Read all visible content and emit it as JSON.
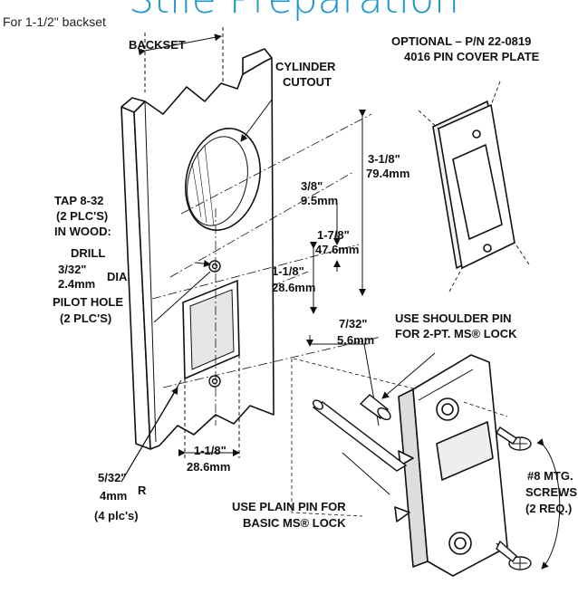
{
  "title": "Stile Preparation",
  "subtitle": "For 1-1/2\" backset",
  "labels": {
    "backset": "BACKSET",
    "cylinder_l1": "CYLINDER",
    "cylinder_l2": "CUTOUT",
    "optional_l1": "OPTIONAL – P/N 22-0819",
    "optional_l2": "4016 PIN COVER PLATE",
    "tap_l1": "TAP 8-32",
    "tap_l2": "(2 PLC'S)",
    "tap_l3": "IN WOOD:",
    "drill": "DRILL",
    "drill_in": "3/32\"",
    "drill_mm": "2.4mm",
    "dia": "DIA.",
    "pilot_l1": "PILOT HOLE",
    "pilot_l2": "(2 PLC'S)",
    "dim_318_in": "3-1/8\"",
    "dim_318_mm": "79.4mm",
    "dim_38_in": "3/8\"",
    "dim_38_mm": "9.5mm",
    "dim_178_in": "1-7/8\"",
    "dim_178_mm": "47.6mm",
    "dim_118a_in": "1-1/8\"",
    "dim_118a_mm": "28.6mm",
    "dim_732_in": "7/32\"",
    "dim_732_mm": "5.6mm",
    "shoulder_l1": "USE SHOULDER PIN",
    "shoulder_l2": "FOR 2-PT. MS® LOCK",
    "dim_118b_in": "1-1/8\"",
    "dim_118b_mm": "28.6mm",
    "radius_in": "5/32\"",
    "radius_mm": "4mm",
    "radius_r": "R",
    "radius_plc": "(4 plc's)",
    "plain_l1": "USE PLAIN PIN FOR",
    "plain_l2": "BASIC MS® LOCK",
    "screws_l1": "#8 MTG.",
    "screws_l2": "SCREWS",
    "screws_l3": "(2 REQ.)"
  },
  "colors": {
    "title": "#1f97c9",
    "line": "#111111"
  }
}
